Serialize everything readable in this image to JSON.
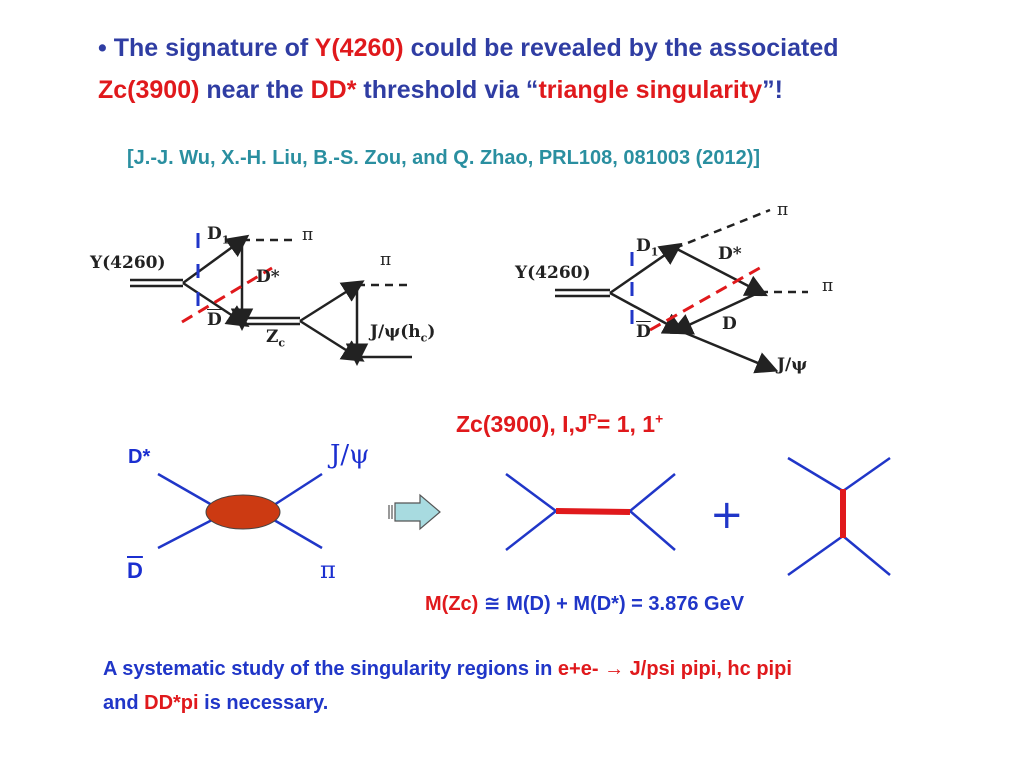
{
  "heading": {
    "bullet": "•",
    "l1_a": "The signature of ",
    "l1_b": "Y(4260)",
    "l1_c": " could be revealed by the associated",
    "l2_a": "Zc(3900)",
    "l2_b": " near the ",
    "l2_c": "DD*",
    "l2_d": " threshold via “",
    "l2_e": "triangle singularity",
    "l2_f": "”!"
  },
  "reference": "[J.-J. Wu, X.-H. Liu, B.-S. Zou, and Q. Zhao, PRL108, 081003 (2012)]",
  "diagram_left": {
    "y4260": "Y(4260)",
    "d1": "D",
    "d1_sub": "1",
    "dstar": "D*",
    "dbar": "D",
    "pi_top": "π",
    "zc": "Z",
    "zc_sub": "c",
    "pi_right": "π",
    "jpsi_hc": "J/ψ(h",
    "jpsi_hc_sub": "c",
    "jpsi_hc_end": ")"
  },
  "diagram_right": {
    "y4260": "Y(4260)",
    "d1": "D",
    "d1_sub": "1",
    "dstar": "D*",
    "pi_top": "π",
    "pi_right": "π",
    "d": "D",
    "dbar": "D",
    "jpsi": "J/ψ"
  },
  "vertex": {
    "dstar": "D*",
    "dbar": "D",
    "jpsi": "J/ψ",
    "pi": "π"
  },
  "zc_title": {
    "main": "Zc(3900), I,J",
    "sup": "P",
    "mid": "= 1, 1",
    "sup2": "+"
  },
  "plus_sign": "+",
  "mass_relation": {
    "a": "M(Zc)",
    "b": " ≅ M(D) + M(D*) = 3.876 GeV"
  },
  "bottom_text": {
    "a": "A systematic study of the singularity regions in ",
    "b": "e+e-",
    "arrow": " → ",
    "c": "J/psi pipi, hc pipi",
    "d": "and ",
    "e": "DD*pi",
    "f": " is necessary."
  },
  "colors": {
    "blue": "#2f3da3",
    "red": "#e0191c",
    "teal": "#2a8fa0",
    "blob": "#cc3a12",
    "cut": "#e0191c",
    "marker": "#2036c8"
  }
}
